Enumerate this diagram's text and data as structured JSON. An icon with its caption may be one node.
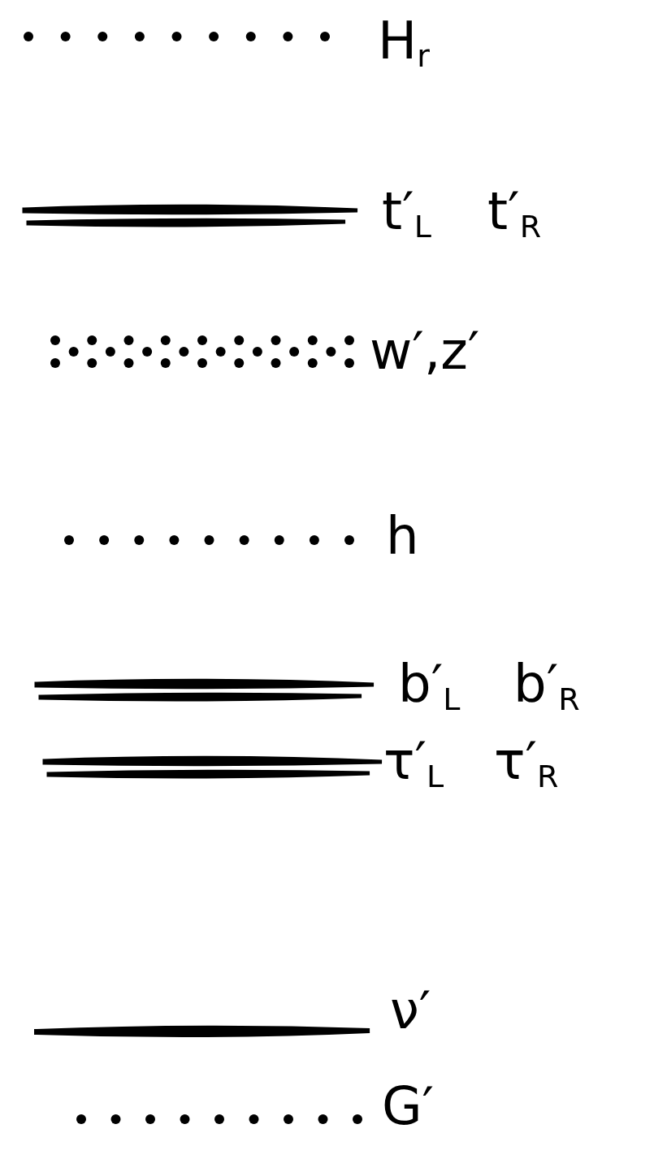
{
  "diagram": {
    "labels": [
      "H$_{r}$",
      "t′$_{L}$",
      "t′$_{R}$",
      "w′,z′",
      "h",
      "b′$_{L}$",
      "b′$_{R}$",
      "τ′$_{L}$",
      "τ′$_{R}$",
      "ν′",
      "G′"
    ]
  }
}
